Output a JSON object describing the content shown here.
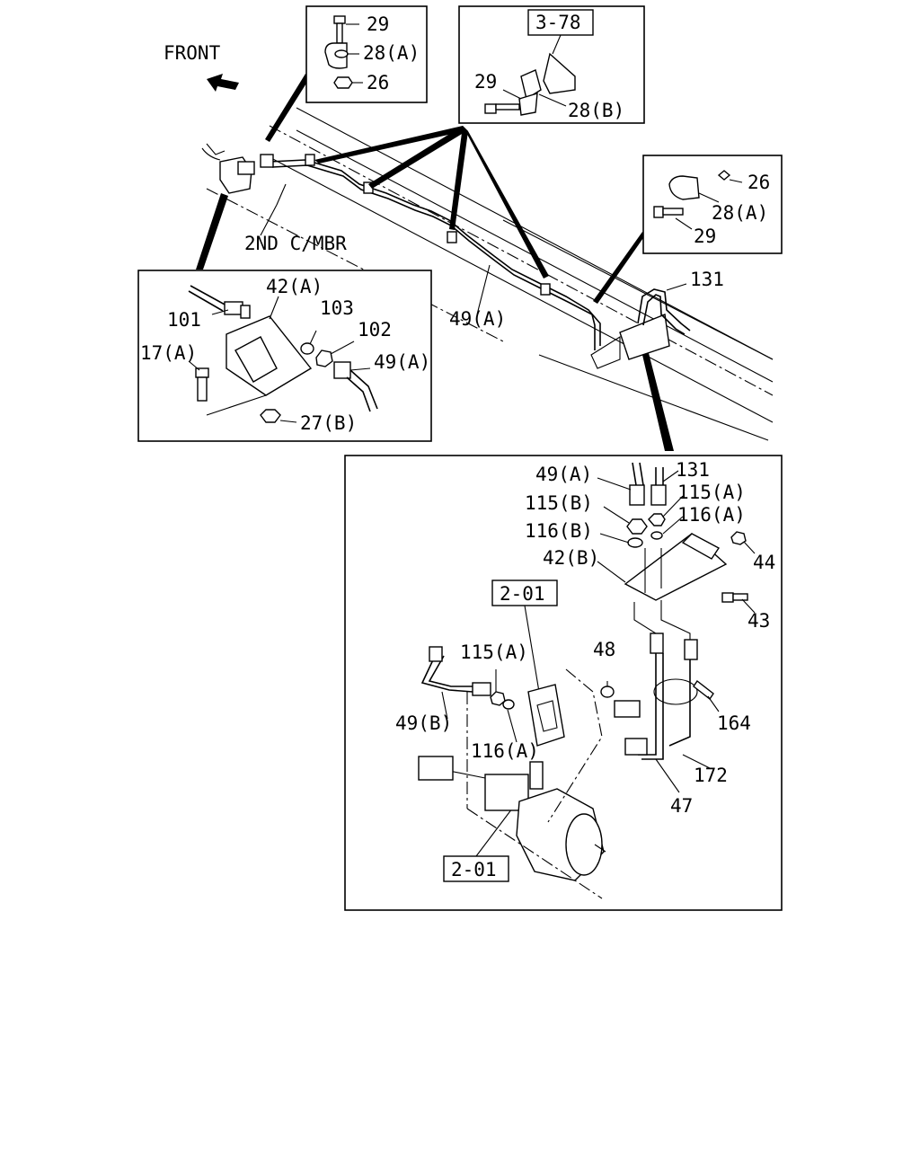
{
  "title": "",
  "front_label": "FRONT",
  "member_label": "2ND C/MBR",
  "callouts": {
    "c29_top": "29",
    "c28a_top": "28(A)",
    "c26_top": "26",
    "ref_378": "3-78",
    "c29_mid": "29",
    "c28b": "28(B)",
    "c26_right": "26",
    "c28a_right": "28(A)",
    "c29_right": "29",
    "c42a": "42(A)",
    "c101": "101",
    "c103": "103",
    "c102": "102",
    "c17a": "17(A)",
    "c49a_left": "49(A)",
    "c27b": "27(B)",
    "c49a_main": "49(A)",
    "c131_main": "131",
    "c49a_det": "49(A)",
    "c131_det": "131",
    "c115b": "115(B)",
    "c115a_top": "115(A)",
    "c116b": "116(B)",
    "c116a_top": "116(A)",
    "c42b": "42(B)",
    "c44": "44",
    "c43": "43",
    "ref_201_top": "2-01",
    "c115a_mid": "115(A)",
    "c48": "48",
    "c49b": "49(B)",
    "c164": "164",
    "c116a_mid": "116(A)",
    "c172": "172",
    "c47": "47",
    "ref_201_bot": "2-01"
  }
}
